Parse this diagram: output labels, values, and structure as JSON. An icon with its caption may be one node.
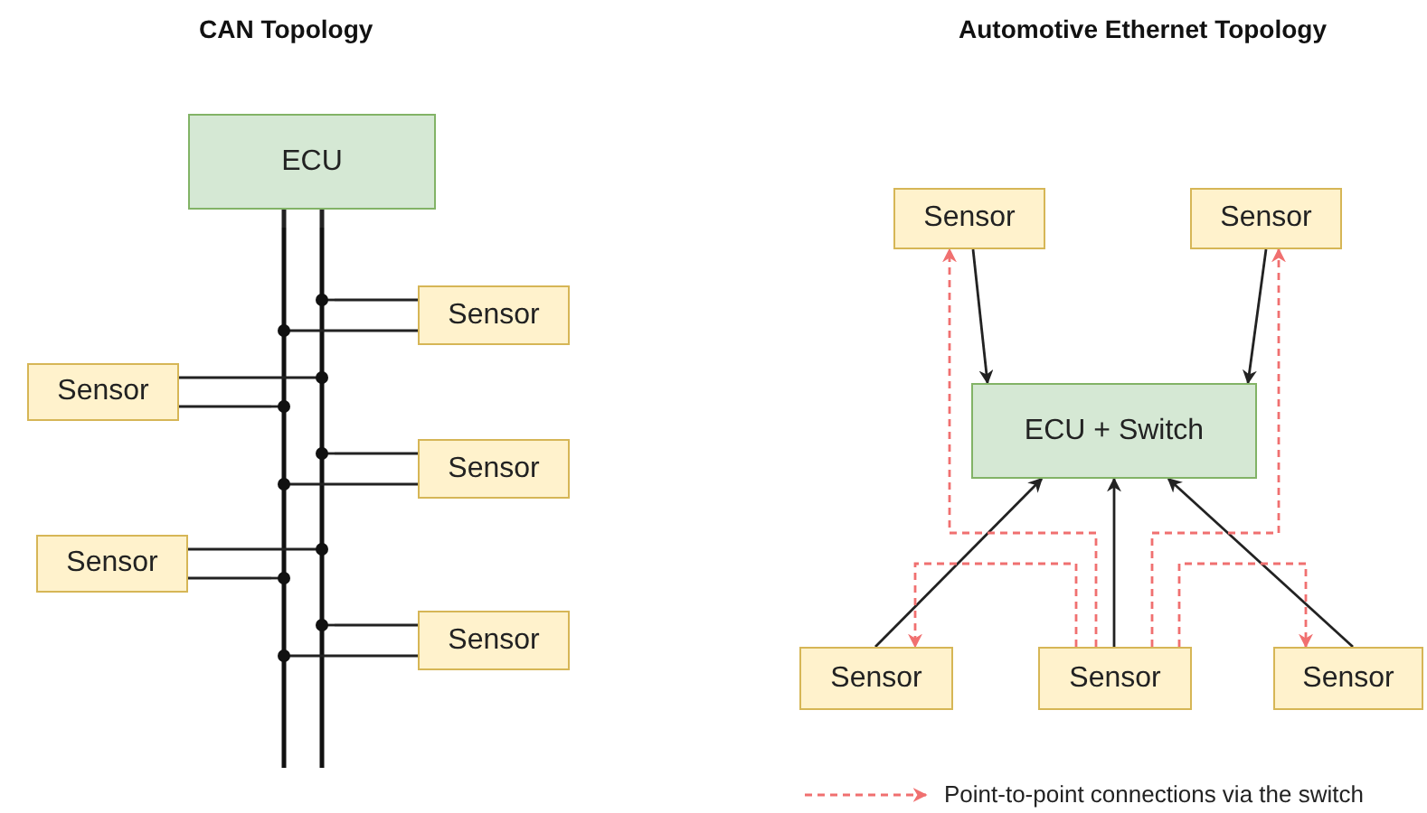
{
  "diagram": {
    "nodes": [
      {
        "text": [
          "ECU"
        ]
      },
      {
        "text": [],
        "shape": "bar"
      },
      {
        "text": [
          "Sensor"
        ]
      },
      {
        "text": [
          "Sensor"
        ]
      },
      {
        "text": [
          "Sensor"
        ]
      },
      {
        "text": [
          "Sensor"
        ]
      },
      {
        "text": [
          "Sensor"
        ]
      },
      {
        "text": [
          "Sensor"
        ]
      },
      {
        "text": [
          "Sensor"
        ]
      },
      {
        "text": [
          "ECU + Switch"
        ]
      },
      {
        "text": [
          "Sensor"
        ]
      },
      {
        "text": [
          "Sensor"
        ]
      },
      {
        "text": [
          "Sensor"
        ]
      }
    ],
    "edges": [
      {
        "from": 0,
        "to": 1,
        "arrow": "none"
      },
      {
        "from": 0,
        "to": 1,
        "arrow": "none"
      },
      {
        "from": 1,
        "to": 2,
        "arrow": "none"
      },
      {
        "from": 1,
        "to": 2,
        "arrow": "none"
      },
      {
        "from": 1,
        "to": 3,
        "arrow": "none"
      },
      {
        "from": 1,
        "to": 3,
        "arrow": "none"
      },
      {
        "from": 1,
        "to": 4,
        "arrow": "none"
      },
      {
        "from": 1,
        "to": 4,
        "arrow": "none"
      },
      {
        "from": 1,
        "to": 5,
        "arrow": "none"
      },
      {
        "from": 1,
        "to": 5,
        "arrow": "none"
      },
      {
        "from": 1,
        "to": 6,
        "arrow": "none"
      },
      {
        "from": 1,
        "to": 6,
        "arrow": "none"
      },
      {
        "from": 7,
        "to": 9,
        "arrow": "to"
      },
      {
        "from": 8,
        "to": 9,
        "arrow": "to"
      },
      {
        "from": 10,
        "to": 9,
        "arrow": "to"
      },
      {
        "from": 11,
        "to": 9,
        "arrow": "to"
      },
      {
        "from": 12,
        "to": 9,
        "arrow": "to"
      },
      {
        "from": 11,
        "to": 7,
        "arrow": "to",
        "style": "dashed",
        "color": "#f07070"
      },
      {
        "from": 11,
        "to": 8,
        "arrow": "to",
        "style": "dashed",
        "color": "#f07070"
      },
      {
        "from": 11,
        "to": 10,
        "arrow": "to",
        "style": "dashed",
        "color": "#f07070"
      },
      {
        "from": 11,
        "to": 12,
        "arrow": "to",
        "style": "dashed",
        "color": "#f07070"
      }
    ],
    "labels": [
      "CAN Topology",
      "Automotive Ethernet Topology"
    ],
    "legend": [
      {
        "text": "Point-to-point connections via the switch"
      }
    ]
  }
}
